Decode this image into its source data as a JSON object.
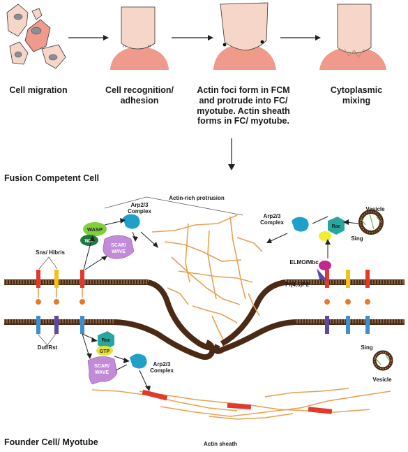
{
  "steps": [
    {
      "label": "Cell migration"
    },
    {
      "label": "Cell recognition/\nadhesion"
    },
    {
      "label": "Actin foci form in FCM\nand protrude into FC/\nmyotube. Actin sheath\nforms in FC/ myotube."
    },
    {
      "label": "Cytoplasmic\nmixing"
    }
  ],
  "sections": {
    "fcm_title": "Fusion Competent Cell",
    "fc_title": "Founder Cell/ Myotube"
  },
  "labels": {
    "actin_rich_protrusion": "Actin-rich protrusion",
    "arp23_complex_top": "Arp2/3\nComplex",
    "arp23_complex_right": "Arp2/3\nComplex",
    "arp23_complex_bottom": "Arp2/3\nComplex",
    "sns_hibris": "Sns/ Hibris",
    "duf_rst": "Duf/Rst",
    "wasp": "WASP",
    "wip": "WIP",
    "scar_wave_top": "SCAR/\nWAVE",
    "scar_wave_bottom": "SCAR/\nWAVE",
    "rac_top": "Rac",
    "rac_bottom": "Rac",
    "gtp": "GTP",
    "elmo_mbc": "ELMO/Mbc",
    "pi45p2": "PI(4,5)P2",
    "vesicle_top": "Vesicle",
    "sing_top": "Sing",
    "sing_bottom": "Sing",
    "vesicle_bottom": "Vesicle",
    "actin_sheath": "Actin sheath"
  },
  "colors": {
    "cell_pink": "#ef9a8c",
    "cell_light": "#f6d6c8",
    "fc_pink": "#f2a394",
    "membrane": "#4a2a14",
    "actin": "#e8a050",
    "red_receptor": "#e23a2a",
    "yellow_receptor": "#f2c21c",
    "blue_receptor": "#3d8fd0",
    "purple_receptor": "#5a4aa8",
    "orange_dot": "#e8782a",
    "arp": "#1ea0c8",
    "wasp_green": "#7fcf3a",
    "wip_dark": "#1c7a3a",
    "scar_purple": "#c28ad8",
    "rac_teal": "#27a7a0",
    "gtp_yellow": "#e8e034",
    "elmo_magenta": "#c2278f"
  }
}
